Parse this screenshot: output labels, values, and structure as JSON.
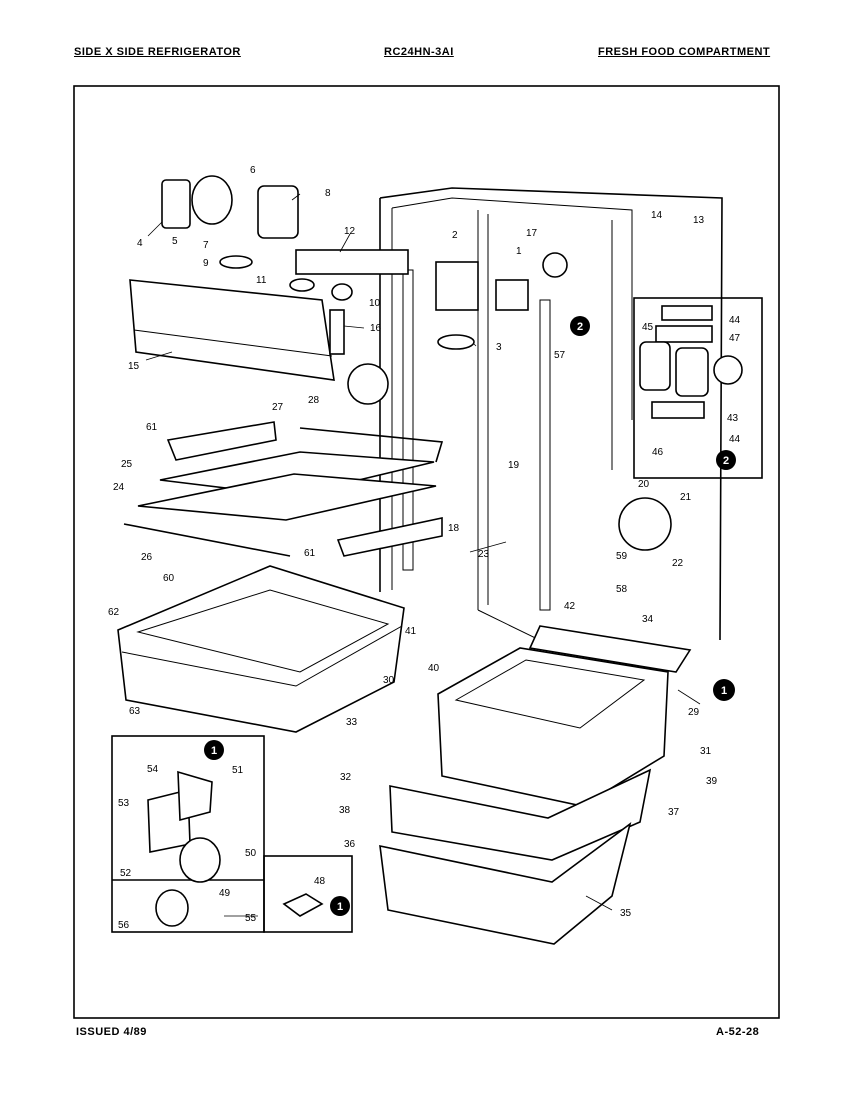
{
  "header": {
    "left": "SIDE X SIDE REFRIGERATOR",
    "center": "RC24HN-3AI",
    "right": "FRESH FOOD COMPARTMENT"
  },
  "footer": {
    "left": "ISSUED 4/89",
    "right": "A-52-28"
  },
  "callouts": [
    "1",
    "2",
    "3",
    "4",
    "5",
    "6",
    "7",
    "8",
    "9",
    "10",
    "11",
    "12",
    "13",
    "14",
    "15",
    "16",
    "17",
    "18",
    "19",
    "20",
    "21",
    "22",
    "23",
    "24",
    "25",
    "26",
    "27",
    "28",
    "29",
    "30",
    "31",
    "32",
    "33",
    "34",
    "35",
    "36",
    "37",
    "38",
    "39",
    "40",
    "41",
    "42",
    "43",
    "44",
    "45",
    "46",
    "47",
    "48",
    "49",
    "50",
    "51",
    "52",
    "53",
    "54",
    "55",
    "56",
    "57",
    "58",
    "59",
    "60",
    "61",
    "62",
    "63"
  ],
  "reference_badges": [
    "1",
    "2"
  ]
}
